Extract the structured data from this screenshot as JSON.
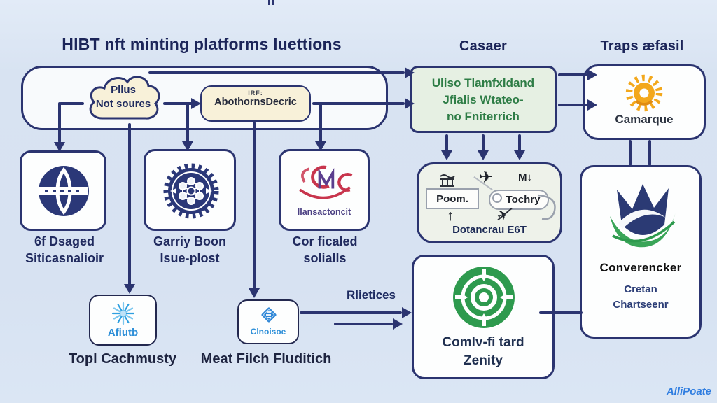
{
  "colors": {
    "background": "#d8e3f2",
    "navy_border": "#2b3470",
    "navy_text": "#1c2559",
    "cream_fill": "#f8f1d9",
    "green_fill": "#e6f0e3",
    "green_text": "#2e7d46",
    "sun_orange": "#f3a81c",
    "target_green": "#2e9a4e",
    "swoosh_green": "#3aa558",
    "logo_red": "#c8354d",
    "logo_purple": "#5b3e8e",
    "icon_blue": "#2e8fd8",
    "watermark_blue": "#2f7de0"
  },
  "headers": {
    "title": "HIBT nft minting platforms luettions",
    "col2": "Casaer",
    "col3": "Traps æfasil"
  },
  "flow": {
    "cloud": {
      "line1": "Pllus",
      "line2": "Not soures"
    },
    "aboth": {
      "tag": "IRF:",
      "label": "AbothornsDecric"
    },
    "green_box": {
      "line1": "Uliso Tlamfxldand",
      "line2": "Jfialis Wtateo-",
      "line3": "no Fniterrich"
    },
    "camarque": {
      "label": "Camarque"
    },
    "nodes": [
      {
        "label1": "6f Dsaged",
        "label2": "Siticasnalioir"
      },
      {
        "label1": "Garriy Boon",
        "label2": "Isue-plost"
      },
      {
        "label1": "Cor ficaled",
        "label2": "solialls",
        "inner": "Ilansactoncit"
      }
    ],
    "afiutb": {
      "name": "Afiutb",
      "label": "Topl Cachmusty"
    },
    "clndsoe": {
      "name": "Clnoisoe",
      "label": "Meat Filch Fluditich"
    },
    "process": {
      "poom": "Poom.",
      "tochry": "Tochry",
      "m_label": "M↓",
      "bottom": "Dotancrau E6T"
    },
    "relitices": "Rlietices",
    "zenity": {
      "line1": "Comlv-fi tard",
      "line2": "Zenity"
    },
    "converencker": {
      "title": "Converencker",
      "line1": "Cretan",
      "line2": "Chartseenr"
    }
  },
  "glyphs": {
    "plane": "✈",
    "up_arrow": "↑"
  },
  "icons": {
    "cloud": "cloud-shape",
    "token": "navy-eye-token-icon",
    "gear_network": "navy-gear-network-icon",
    "monogram": "red-swirl-monogram-icon",
    "snowflake": "blue-snowflake-icon",
    "diamond": "blue-diamond-icon",
    "sun": "orange-sun-icon",
    "target": "green-target-icon",
    "tulip": "navy-green-tulip-icon",
    "bank": "bank-columns-icon"
  },
  "watermark": {
    "text": "AlliPoate"
  }
}
